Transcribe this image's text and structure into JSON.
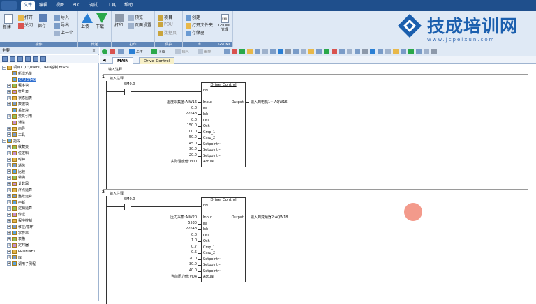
{
  "menu": {
    "items": [
      "文件",
      "编辑",
      "视图",
      "PLC",
      "调试",
      "工具",
      "帮助"
    ],
    "active_index": 0
  },
  "ribbon": {
    "groups": [
      {
        "label": "操作",
        "buttons": [
          "新建",
          "打开",
          "关闭",
          "保存",
          "导入",
          "导出",
          "上一个"
        ]
      },
      {
        "label": "传送",
        "buttons": [
          "上传",
          "下载"
        ]
      },
      {
        "label": "打印",
        "buttons": [
          "打印",
          "预览",
          "页面设置"
        ]
      },
      {
        "label": "保护",
        "buttons": [
          "项目",
          "POU",
          "数据页"
        ]
      },
      {
        "label": "库",
        "buttons": [
          "创建",
          "打开文件夹",
          "存储器"
        ]
      },
      {
        "label": "GSDML",
        "buttons": [
          "GSDML 管理"
        ]
      }
    ]
  },
  "logo": {
    "text": "技成培训网",
    "url": "www.jcpeixun.com"
  },
  "left_panel": {
    "title": "主要",
    "tree": [
      {
        "label": "项目1 (C:\\Users\\...\\PID控制.mwp)",
        "level": 0,
        "exp": "-"
      },
      {
        "label": "新增功能",
        "level": 1,
        "exp": ""
      },
      {
        "label": "CPU ST40",
        "level": 1,
        "exp": "",
        "selected": true
      },
      {
        "label": "程序块",
        "level": 1,
        "exp": "+"
      },
      {
        "label": "符号表",
        "level": 1,
        "exp": "+"
      },
      {
        "label": "状态图表",
        "level": 1,
        "exp": "+"
      },
      {
        "label": "数据块",
        "level": 1,
        "exp": "+"
      },
      {
        "label": "系统块",
        "level": 1,
        "exp": ""
      },
      {
        "label": "交叉引用",
        "level": 1,
        "exp": "+"
      },
      {
        "label": "通信",
        "level": 1,
        "exp": ""
      },
      {
        "label": "向导",
        "level": 1,
        "exp": "+"
      },
      {
        "label": "工具",
        "level": 1,
        "exp": "+"
      },
      {
        "label": "指令",
        "level": 0,
        "exp": "-"
      },
      {
        "label": "收藏夹",
        "level": 1,
        "exp": "+"
      },
      {
        "label": "位逻辑",
        "level": 1,
        "exp": "+"
      },
      {
        "label": "时钟",
        "level": 1,
        "exp": "+"
      },
      {
        "label": "通信",
        "level": 1,
        "exp": "+"
      },
      {
        "label": "比较",
        "level": 1,
        "exp": "+"
      },
      {
        "label": "转换",
        "level": 1,
        "exp": "+"
      },
      {
        "label": "计数器",
        "level": 1,
        "exp": "+"
      },
      {
        "label": "浮点运算",
        "level": 1,
        "exp": "+"
      },
      {
        "label": "整数运算",
        "level": 1,
        "exp": "+"
      },
      {
        "label": "中断",
        "level": 1,
        "exp": "+"
      },
      {
        "label": "逻辑运算",
        "level": 1,
        "exp": "+"
      },
      {
        "label": "传送",
        "level": 1,
        "exp": "+"
      },
      {
        "label": "程序控制",
        "level": 1,
        "exp": "+"
      },
      {
        "label": "移位/循环",
        "level": 1,
        "exp": "+"
      },
      {
        "label": "字符串",
        "level": 1,
        "exp": "+"
      },
      {
        "label": "表格",
        "level": 1,
        "exp": "+"
      },
      {
        "label": "定时器",
        "level": 1,
        "exp": "+"
      },
      {
        "label": "PROFINET",
        "level": 1,
        "exp": "+"
      },
      {
        "label": "库",
        "level": 1,
        "exp": "+"
      },
      {
        "label": "调用子例程",
        "level": 1,
        "exp": "+"
      }
    ]
  },
  "editor": {
    "toolbar": [
      "上传",
      "下载",
      "插入",
      "删除"
    ],
    "tabs": [
      "MAIN",
      "Drive_Control"
    ],
    "program_comment": "输入注释",
    "networks": [
      {
        "number": "1",
        "comment": "输入注释",
        "contact": "SM0.0",
        "block": "Drive_Control",
        "en": "EN",
        "pins": [
          "Input",
          "Isl",
          "Ish",
          "Osl",
          "Osh",
          "Cmp_1",
          "Cmp_2",
          "Setpoint~",
          "Setpoint~",
          "Setpoint~",
          "Actual"
        ],
        "values": [
          "温度采集值:AIW16",
          "0.0",
          "27648",
          "0.0",
          "150.0",
          "100.0",
          "50.0",
          "45.0",
          "30.0",
          "20.0",
          "实际温度值:VD0"
        ],
        "output_pin": "Output",
        "output_val": "输入到电机1~:AQW16"
      },
      {
        "number": "2",
        "comment": "输入注释",
        "contact": "SM0.0",
        "block": "Drive_Control",
        "en": "EN",
        "pins": [
          "Input",
          "Isl",
          "Ish",
          "Osl",
          "Osh",
          "Cmp_1",
          "Cmp_2",
          "Setpoint~",
          "Setpoint~",
          "Setpoint~",
          "Actual"
        ],
        "values": [
          "压力采集:AIW20",
          "5530",
          "27648",
          "0.0",
          "1.0",
          "0.7",
          "0.5",
          "20.0",
          "30.0",
          "40.0",
          "当前压力值:VD4"
        ],
        "output_pin": "Output",
        "output_val": "输入到变频器2:AQW18"
      }
    ]
  },
  "colors": {
    "menubar": "#1f4f8c",
    "ribbon": "#dfe9f5",
    "accent": "#1b5fae",
    "cursor": "#ef7864"
  }
}
